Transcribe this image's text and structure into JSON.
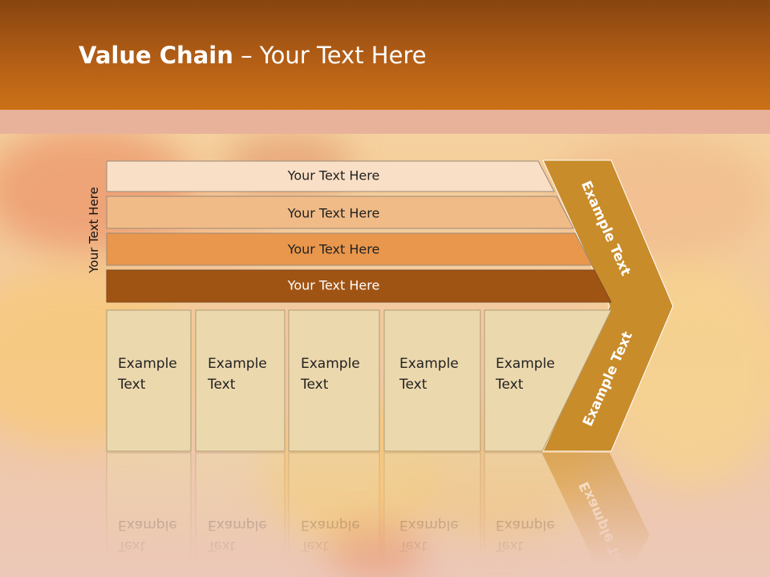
{
  "slide": {
    "title_bold": "Value Chain",
    "title_rest": " – Your Text Here",
    "side_label": "Your Text Here"
  },
  "bars": [
    {
      "label": "Your Text Here",
      "fill": "#f9dfc6",
      "text_color": "#222222"
    },
    {
      "label": "Your Text Here",
      "fill": "#f1bb87",
      "text_color": "#222222"
    },
    {
      "label": "Your Text Here",
      "fill": "#e9974c",
      "text_color": "#222222"
    },
    {
      "label": "Your Text Here",
      "fill": "#a05414",
      "text_color": "#ffffff"
    }
  ],
  "boxes": [
    {
      "line1": "Example",
      "line2": "Text"
    },
    {
      "line1": "Example",
      "line2": "Text"
    },
    {
      "line1": "Example",
      "line2": "Text"
    },
    {
      "line1": "Example",
      "line2": "Text"
    },
    {
      "line1": "Example",
      "line2": "Text"
    }
  ],
  "chevron": {
    "upper_label": "Example Text",
    "lower_label": "Example Text",
    "fill": "#c98c2b"
  },
  "colors": {
    "header_orange": "#b35e16",
    "box_fill": "#ecd8ad",
    "box_stroke": "#b09a74"
  }
}
